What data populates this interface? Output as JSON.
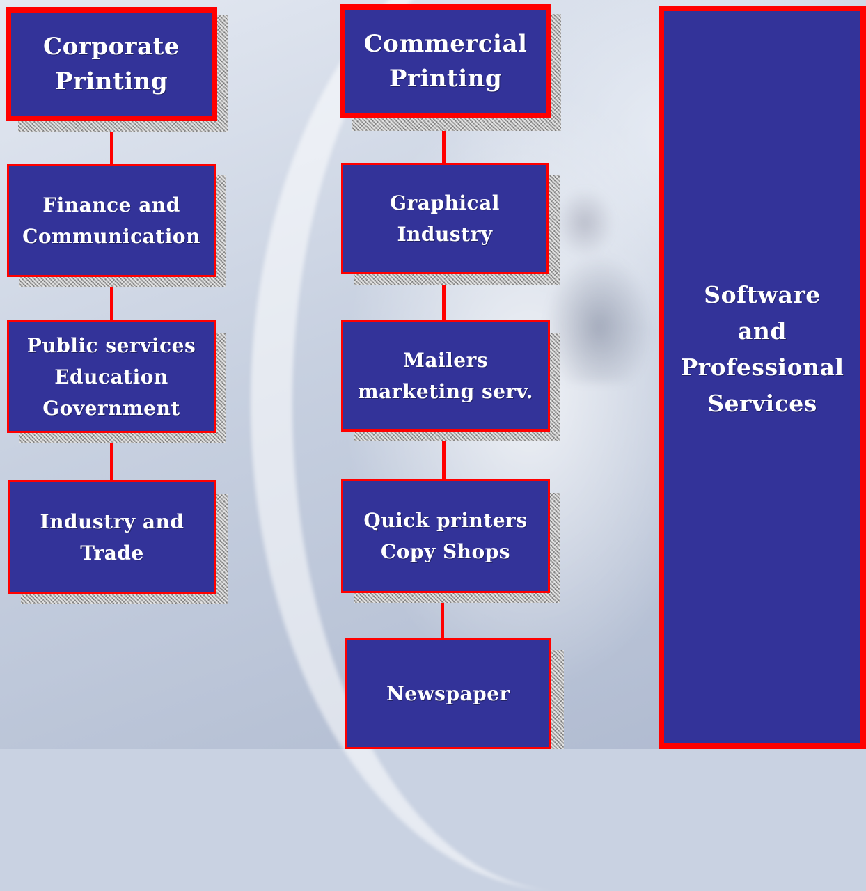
{
  "diagram": {
    "corporate": {
      "title": "Corporate\nPrinting",
      "items": [
        "Finance and\nCommunication",
        "Public services\nEducation\nGovernment",
        "Industry and\nTrade"
      ]
    },
    "commercial": {
      "title": "Commercial\nPrinting",
      "items": [
        "Graphical\nIndustry",
        "Mailers\nmarketing serv.",
        "Quick printers\nCopy Shops",
        "Newspaper"
      ]
    },
    "side": {
      "title": "Software\nand\nProfessional\nServices"
    }
  },
  "colors": {
    "box_fill": "#333399",
    "box_border": "#ff0000",
    "connector": "#ff0000",
    "text": "#ffffff"
  }
}
